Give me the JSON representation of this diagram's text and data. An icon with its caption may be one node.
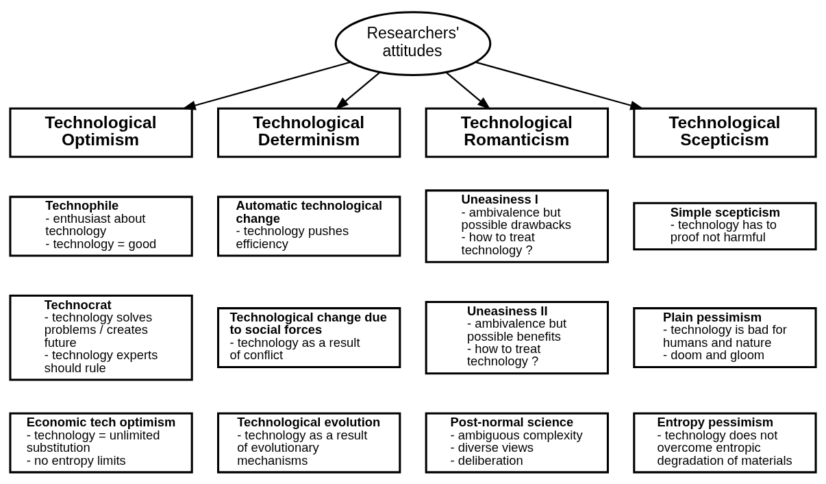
{
  "diagram": {
    "nodes": [
      {
        "text": [
          "Researchers' attitudes"
        ]
      },
      {
        "text": [
          "Technological Optimism"
        ]
      },
      {
        "text": [
          "Technological Determinism"
        ]
      },
      {
        "text": [
          "Technological Romanticism"
        ]
      },
      {
        "text": [
          "Technological Scepticism"
        ]
      },
      {
        "text": [
          "Technophile",
          "- enthusiast about technology",
          "- technology = good"
        ]
      },
      {
        "text": [
          "Technocrat",
          "- technology solves problems / creates future",
          "- technology experts should rule"
        ]
      },
      {
        "text": [
          "Economic tech optimism",
          "- technology = unlimited substitution",
          "- no entropy limits"
        ]
      },
      {
        "text": [
          "Automatic technological change",
          "- technology pushes efficiency"
        ]
      },
      {
        "text": [
          "Technological change due to social forces",
          "- technology as a result of conflict"
        ]
      },
      {
        "text": [
          "Technological evolution",
          "- technology as a result of evolutionary mechanisms"
        ]
      },
      {
        "text": [
          "Uneasiness I",
          "- ambivalence but possible drawbacks",
          "- how to treat technology ?"
        ]
      },
      {
        "text": [
          "Uneasiness II",
          "- ambivalence but possible benefits",
          "- how to treat technology ?"
        ]
      },
      {
        "text": [
          "Post-normal science",
          "- ambiguous complexity",
          "- diverse views",
          "- deliberation"
        ]
      },
      {
        "text": [
          "Simple scepticism",
          "- technology has to proof not harmful"
        ]
      },
      {
        "text": [
          "Plain pessimism",
          "- technology is bad for humans and nature",
          "- doom and gloom"
        ]
      },
      {
        "text": [
          "Entropy pessimism",
          "- technology does not overcome entropic degradation of materials"
        ]
      }
    ],
    "edges": [
      {
        "from": 0,
        "to": 1,
        "arrow": "to"
      },
      {
        "from": 0,
        "to": 2,
        "arrow": "to"
      },
      {
        "from": 0,
        "to": 3,
        "arrow": "to"
      },
      {
        "from": 0,
        "to": 4,
        "arrow": "to"
      }
    ]
  }
}
